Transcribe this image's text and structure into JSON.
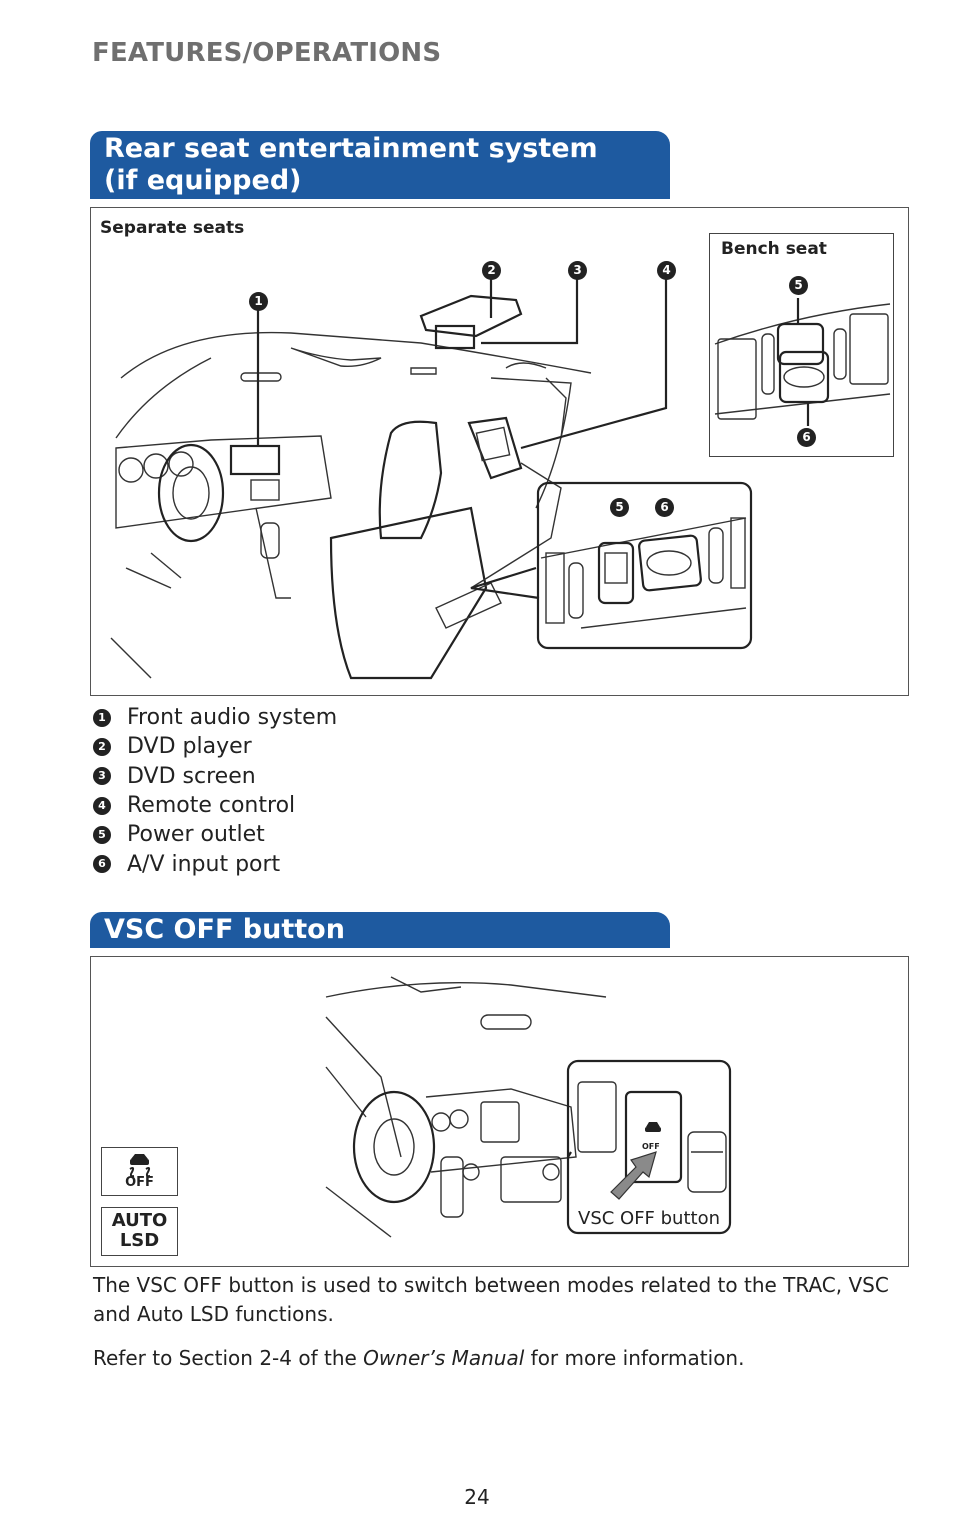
{
  "page": {
    "section_header": "FEATURES/OPERATIONS",
    "page_number": "24"
  },
  "rse": {
    "tab_title_line1": "Rear seat entertainment system",
    "tab_title_line2": "(if equipped)",
    "separate_seats_label": "Separate seats",
    "bench_seat_label": "Bench seat",
    "callouts": [
      "1",
      "2",
      "3",
      "4",
      "5",
      "6"
    ],
    "legend": [
      {
        "num": "1",
        "label": "Front audio system"
      },
      {
        "num": "2",
        "label": "DVD player"
      },
      {
        "num": "3",
        "label": "DVD screen"
      },
      {
        "num": "4",
        "label": "Remote control"
      },
      {
        "num": "5",
        "label": "Power outlet"
      },
      {
        "num": "6",
        "label": "A/V input port"
      }
    ]
  },
  "vsc": {
    "tab_title": "VSC OFF button",
    "icon_off_text": "OFF",
    "icon_auto_lsd_line1": "AUTO",
    "icon_auto_lsd_line2": "LSD",
    "button_label": "VSC OFF button",
    "description": "The VSC OFF button is used to switch between modes related to the TRAC, VSC and Auto LSD functions.",
    "refer_prefix": "Refer to Section 2-4 of the ",
    "refer_manual": "Owner’s Manual",
    "refer_suffix": " for more information."
  },
  "colors": {
    "tab_blue": "#1e5aa0",
    "header_gray": "#6f6f6f"
  }
}
